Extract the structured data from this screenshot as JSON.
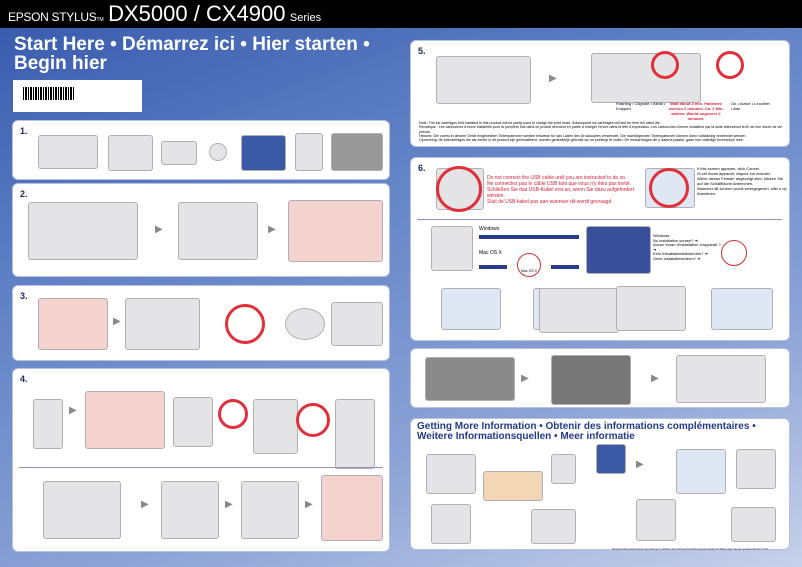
{
  "header": {
    "brand": "EPSON STYLUS",
    "tm": "TM",
    "model": "DX5000 / CX4900",
    "series": "Series"
  },
  "title": "Start Here • Démarrez ici • Hier starten • Begin hier",
  "steps": {
    "s1": "1.",
    "s2": "2.",
    "s3": "3.",
    "s4": "4.",
    "s5": "5.",
    "s6": "6."
  },
  "step5": {
    "flashing": "Flashing • Clignote • Blinkt • Knippert",
    "wait": "Wait about 2 min. Patientez environ 2 minutes. Ca. 2 Min. warten. Wacht ongeveer 2 minuten.",
    "on": "On • Activé • Leuchtet • Aan",
    "notes": [
      "Note: The ink cartridges first installed in this product will be partly used to charge the print head. Subsequent ink cartridges will last for their full rated life.",
      "Remarque : Les cartouches d'encre installées pour la première fois dans ce produit serviront en partie à charger l'encre dans la tête d'impression. Les cartouches d'encre installées par la suite atteindront la fin de leur durée de vie prévue.",
      "Hinweis: Die zuerst in diesem Gerät eingesetzten Tintenpatronen werden teilweise für das Laden des Druckkopfes verwendet. Die nachfolgenden Tintenpatronen können dann vollständig verwendet werden.",
      "Opmerking: de inktcartridges die als eerste in dit product zijn geïnstalleerd, worden gedeeltelijk gebruikt om de printkop te vullen. De inktcartridges die u daarna plaatst, gaan hun volledige levensduur mee."
    ]
  },
  "step6": {
    "usb": [
      "Do not connect the USB cable until you are instructed to do so.",
      "Ne connectez pas le câble USB tant que vous n'y êtes pas invité.",
      "Schließen Sie das USB-Kabel erst an, wenn Sie dazu aufgefordert werden.",
      "Sluit de USB-kabel pas aan wanneer dit wordt gevraagd."
    ],
    "cancel": [
      "If this screen appears, click Cancel.",
      "Si cet écran apparaît, cliquez sur Annuler.",
      "Wenn dieses Fenster angezeigt wird, klicken Sie auf die Schaltfläche Abbrechen.",
      "Wanneer dit scherm wordt weergegeven, klikt u op Annuleren."
    ],
    "windows": "Windows",
    "mac": "Mac OS X",
    "mac_icon": "Mac OS X",
    "noscreen": [
      "Windows",
      "No installation screen? ➜",
      "Aucun écran d'installation n'apparaît ? ➜",
      "Kein Installationsbildschirm? ➜",
      "Geen installatiescherm? ➜"
    ]
  },
  "info_title": "Getting More Information • Obtenir des informations complémentaires • Weitere Informationsquellen • Meer informatie",
  "footer": "Maschinenlärminformations-Verordnung 3. GPSGV: Der höchste Schalldruckpegel beträgt 70 dB(A) oder weniger gemäss EN ISO 7779."
}
